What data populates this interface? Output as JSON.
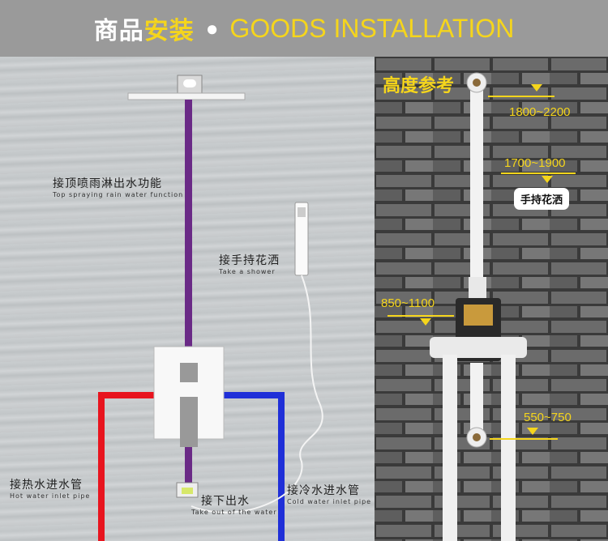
{
  "banner": {
    "title_cn_white": "商品",
    "title_cn_yellow": "安装",
    "dot": "●",
    "title_en": "GOODS INSTALLATION"
  },
  "left": {
    "top_spray": {
      "cn": "接顶喷雨淋出水功能",
      "en": "Top spraying rain water function"
    },
    "hand_shower": {
      "cn": "接手持花洒",
      "en": "Take a shower"
    },
    "hot_inlet": {
      "cn": "接热水进水管",
      "en": "Hot water inlet pipe"
    },
    "bottom_outlet": {
      "cn": "接下出水",
      "en": "Take out of the water"
    },
    "cold_inlet": {
      "cn": "接冷水进水管",
      "en": "Cold water inlet pipe"
    }
  },
  "right": {
    "height_ref": "高度参考",
    "h1": "1800~2200",
    "h2": "1700~1900",
    "hand_shower_badge": "手持花洒",
    "h3": "850~1100",
    "h4": "550~750"
  },
  "colors": {
    "accent_yellow": "#f5d51c",
    "hot_pipe": "#e8141e",
    "cold_pipe": "#1f2fd8",
    "spray_pipe": "#6a2a86"
  }
}
